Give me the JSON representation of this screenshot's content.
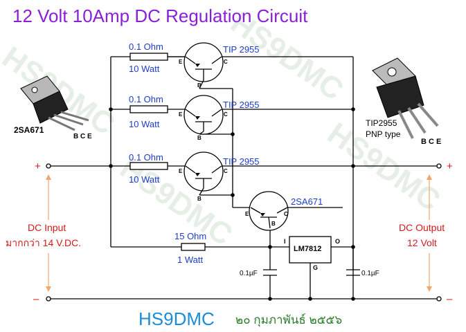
{
  "title": "12 Volt 10Amp DC Regulation Circuit",
  "footer": {
    "brand": "HS9DMC",
    "date_thai": "๒๐ กุมภาพันธ์ ๒๕๕๖"
  },
  "watermark": "HS9DMC",
  "resistors": [
    {
      "value": "0.1 Ohm",
      "power": "10 Watt"
    },
    {
      "value": "0.1 Ohm",
      "power": "10 Watt"
    },
    {
      "value": "0.1 Ohm",
      "power": "10 Watt"
    },
    {
      "value": "15 Ohm",
      "power": "1 Watt"
    }
  ],
  "transistors": [
    {
      "part": "TIP 2955",
      "pins": [
        "E",
        "C",
        "B"
      ]
    },
    {
      "part": "TIP 2955",
      "pins": [
        "E",
        "C",
        "B"
      ]
    },
    {
      "part": "TIP 2955",
      "pins": [
        "E",
        "C",
        "B"
      ]
    },
    {
      "part": "2SA671",
      "pins": [
        "E",
        "C",
        "B"
      ]
    }
  ],
  "regulator": {
    "part": "LM7812",
    "pins": {
      "in": "I",
      "out": "O",
      "gnd": "G"
    }
  },
  "capacitors": [
    "0.1µF",
    "0.1µF"
  ],
  "input": {
    "label": "DC Input",
    "sub": "มากกว่า 14 V.DC.",
    "plus": "+",
    "minus": "–"
  },
  "output": {
    "label": "DC Output",
    "sub": "12 Volt",
    "plus": "+",
    "minus": "–"
  },
  "packages": {
    "left": {
      "name": "2SA671",
      "pins": "B C E"
    },
    "right": {
      "name": "TIP2955",
      "type": "PNP type",
      "pins": "B C E"
    }
  },
  "colors": {
    "title": "#8a1fd8",
    "labels": "#1b3cc8",
    "io": "#d41a1a",
    "io_arrow": "#f3a56c"
  }
}
